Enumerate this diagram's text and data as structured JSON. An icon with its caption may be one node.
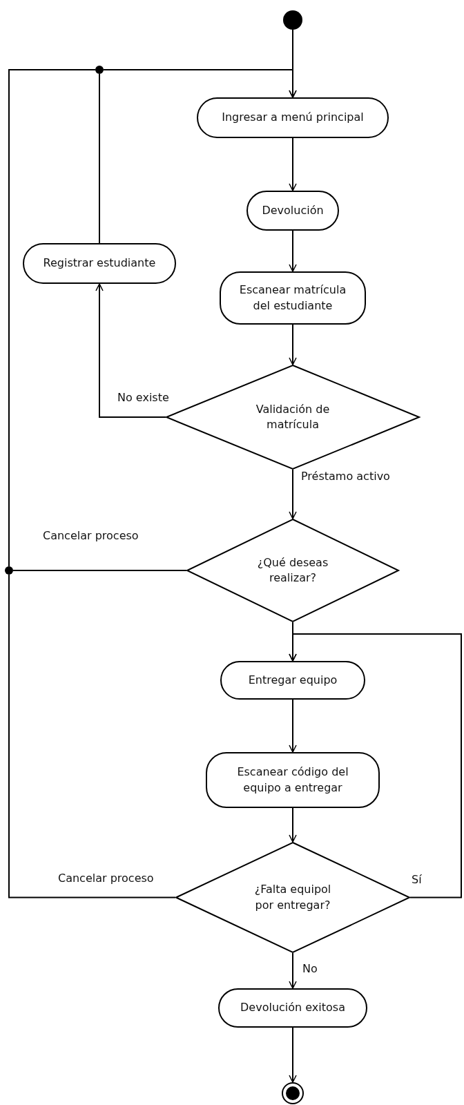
{
  "diagram": {
    "nodes": [
      {
        "text": [],
        "shape": "circle"
      },
      {
        "text": [],
        "shape": "circle"
      },
      {
        "text": [
          "Ingresar a menú principal"
        ]
      },
      {
        "text": [
          "Devolución"
        ]
      },
      {
        "text": [
          "Escanear matrícula del estudiante"
        ]
      },
      {
        "text": [
          "Validación de matrícula"
        ]
      },
      {
        "text": [
          "Registrar estudiante"
        ]
      },
      {
        "text": [
          "¿Qué deseas realizar?"
        ]
      },
      {
        "text": [],
        "shape": "circle"
      },
      {
        "text": [
          "Entregar equipo"
        ]
      },
      {
        "text": [
          "Escanear código del equipo a entregar"
        ]
      },
      {
        "text": [
          "¿Falta equipol por entregar?"
        ]
      },
      {
        "text": [
          "Devolución exitosa"
        ]
      },
      {
        "text": [],
        "shape": "circle"
      }
    ],
    "edges": [
      {
        "from": 0,
        "to": 2,
        "arrow": "to"
      },
      {
        "from": 1,
        "to": 2,
        "arrow": "to"
      },
      {
        "from": 2,
        "to": 3,
        "arrow": "to"
      },
      {
        "from": 3,
        "to": 4,
        "arrow": "to"
      },
      {
        "from": 4,
        "to": 5,
        "arrow": "to"
      },
      {
        "from": 5,
        "to": 6,
        "arrow": "to",
        "label": "No existe"
      },
      {
        "from": 6,
        "to": 1,
        "arrow": "none"
      },
      {
        "from": 5,
        "to": 7,
        "arrow": "to",
        "label": "Préstamo activo"
      },
      {
        "from": 7,
        "to": 8,
        "arrow": "none",
        "label": "Cancelar proceso"
      },
      {
        "from": 8,
        "to": 1,
        "arrow": "none"
      },
      {
        "from": 7,
        "to": 9,
        "arrow": "to"
      },
      {
        "from": 9,
        "to": 10,
        "arrow": "to"
      },
      {
        "from": 10,
        "to": 11,
        "arrow": "to"
      },
      {
        "from": 11,
        "to": 8,
        "arrow": "none",
        "label": "Cancelar proceso"
      },
      {
        "from": 11,
        "to": 9,
        "arrow": "to",
        "label": "Sí"
      },
      {
        "from": 11,
        "to": 12,
        "arrow": "to",
        "label": "No"
      },
      {
        "from": 12,
        "to": 13,
        "arrow": "to"
      }
    ]
  }
}
